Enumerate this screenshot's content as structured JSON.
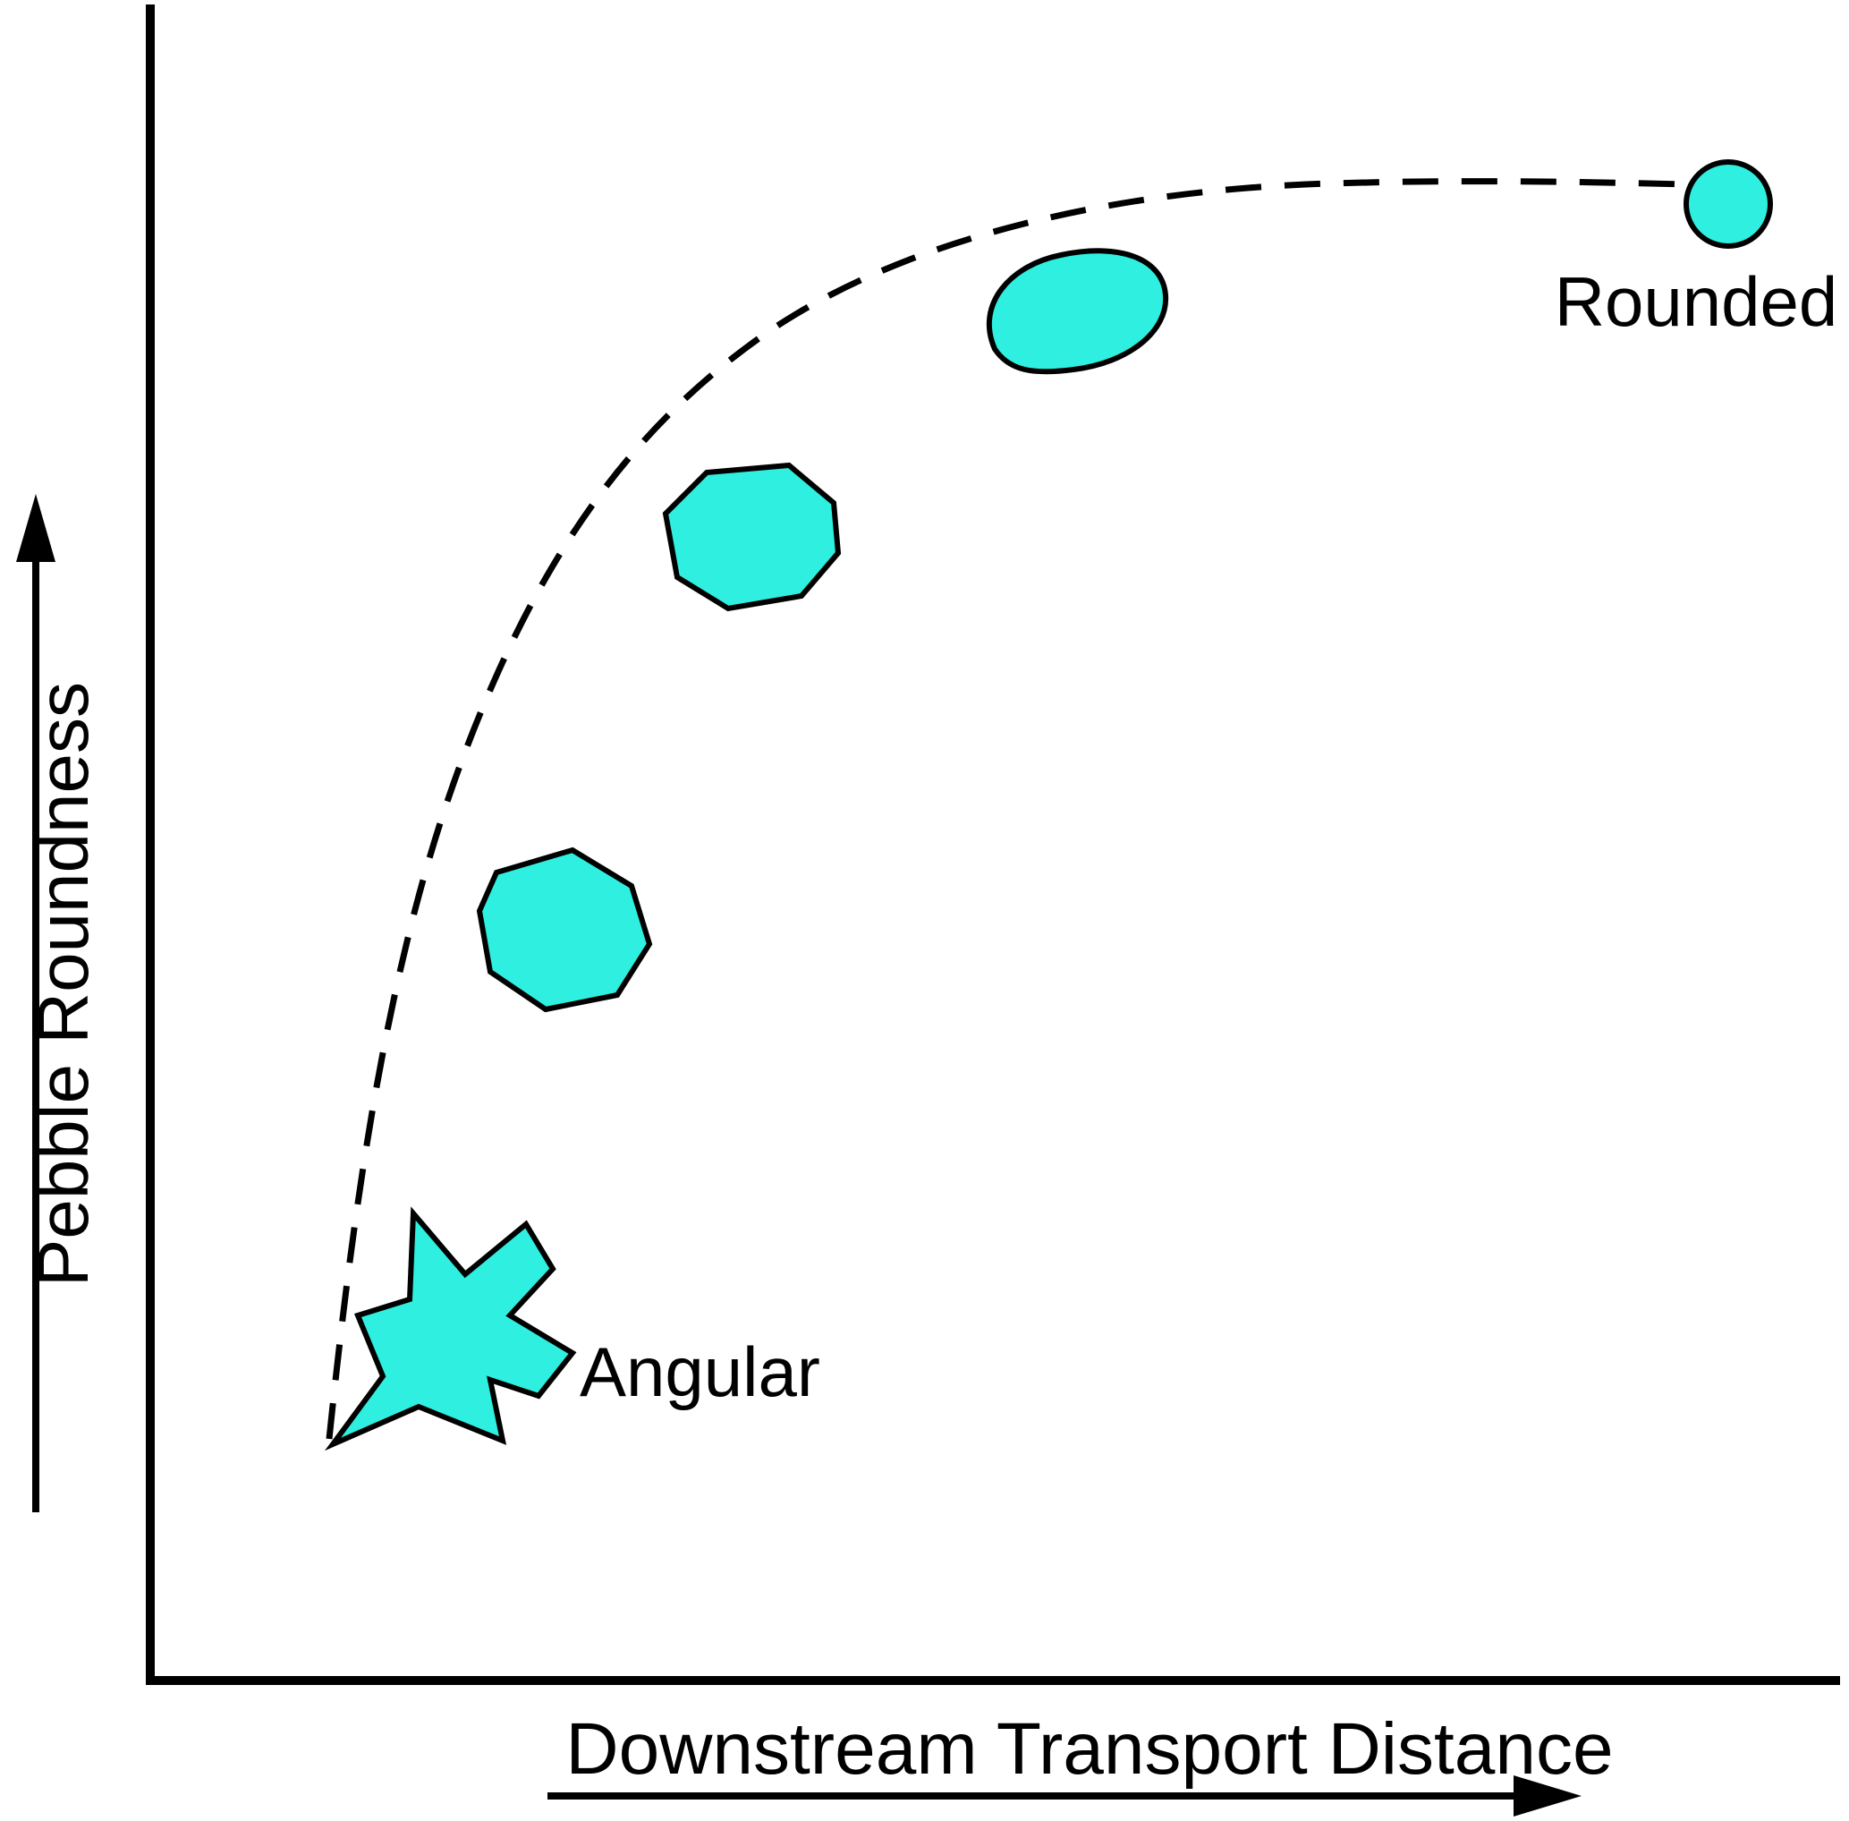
{
  "diagram": {
    "y_axis_label": "Pebble Roundness",
    "x_axis_label": "Downstream Transport Distance",
    "label_angular": "Angular",
    "label_rounded": "Rounded"
  },
  "colors": {
    "pebble_fill": "#2FEFE0",
    "outline": "#000000",
    "text": "#000000",
    "background": "#FFFFFF"
  },
  "curve": {
    "style": "dashed",
    "description": "Pebble roundness increases rapidly with downstream transport distance, then plateaus at fully rounded"
  },
  "pebble_stages": [
    "angular",
    "sub-angular",
    "sub-rounded",
    "rounded-elongate",
    "well-rounded"
  ]
}
